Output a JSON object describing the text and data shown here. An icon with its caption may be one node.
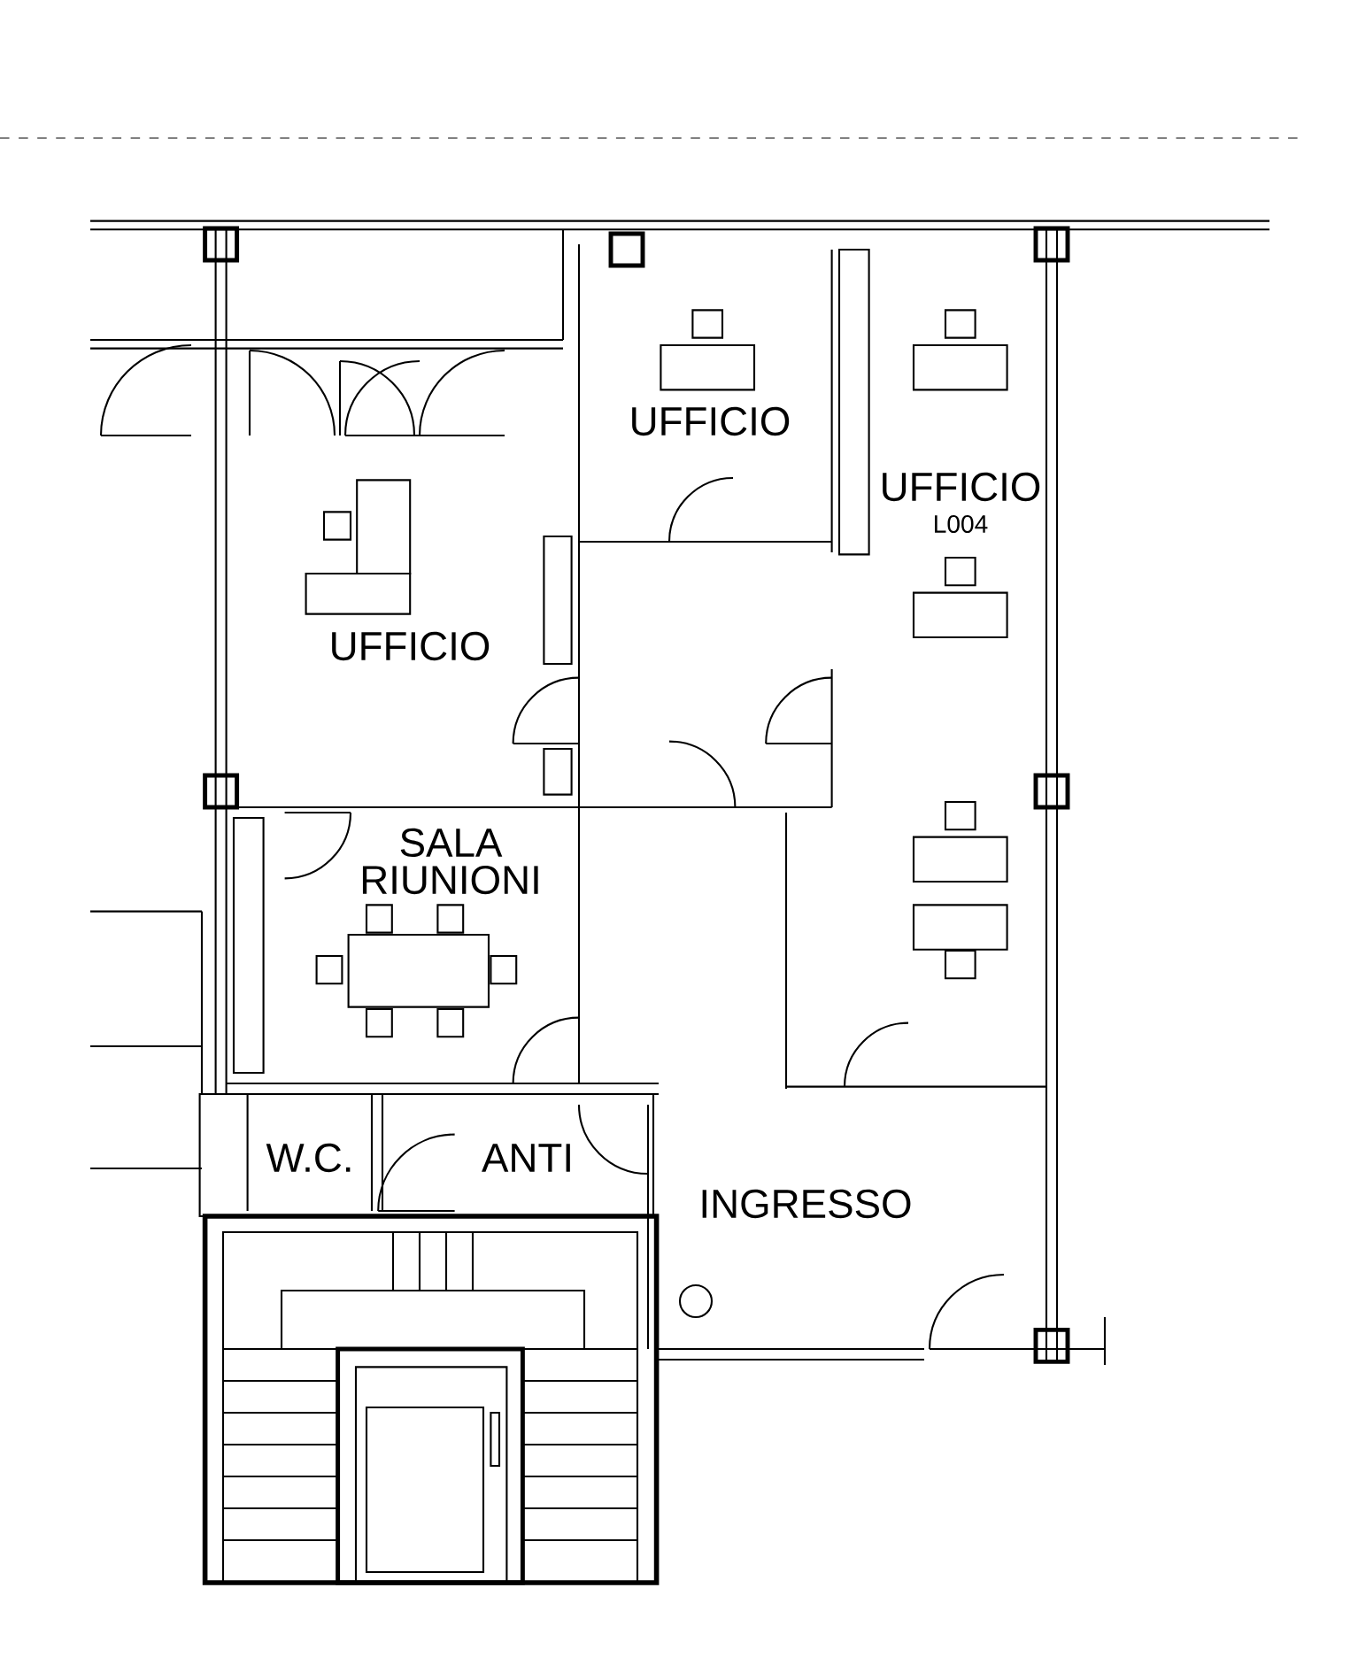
{
  "diagram": {
    "labels": [
      "UFFICIO",
      "UFFICIO",
      "L004",
      "UFFICIO",
      "SALA RIUNIONI",
      "W.C.",
      "ANTI",
      "INGRESSO"
    ]
  }
}
